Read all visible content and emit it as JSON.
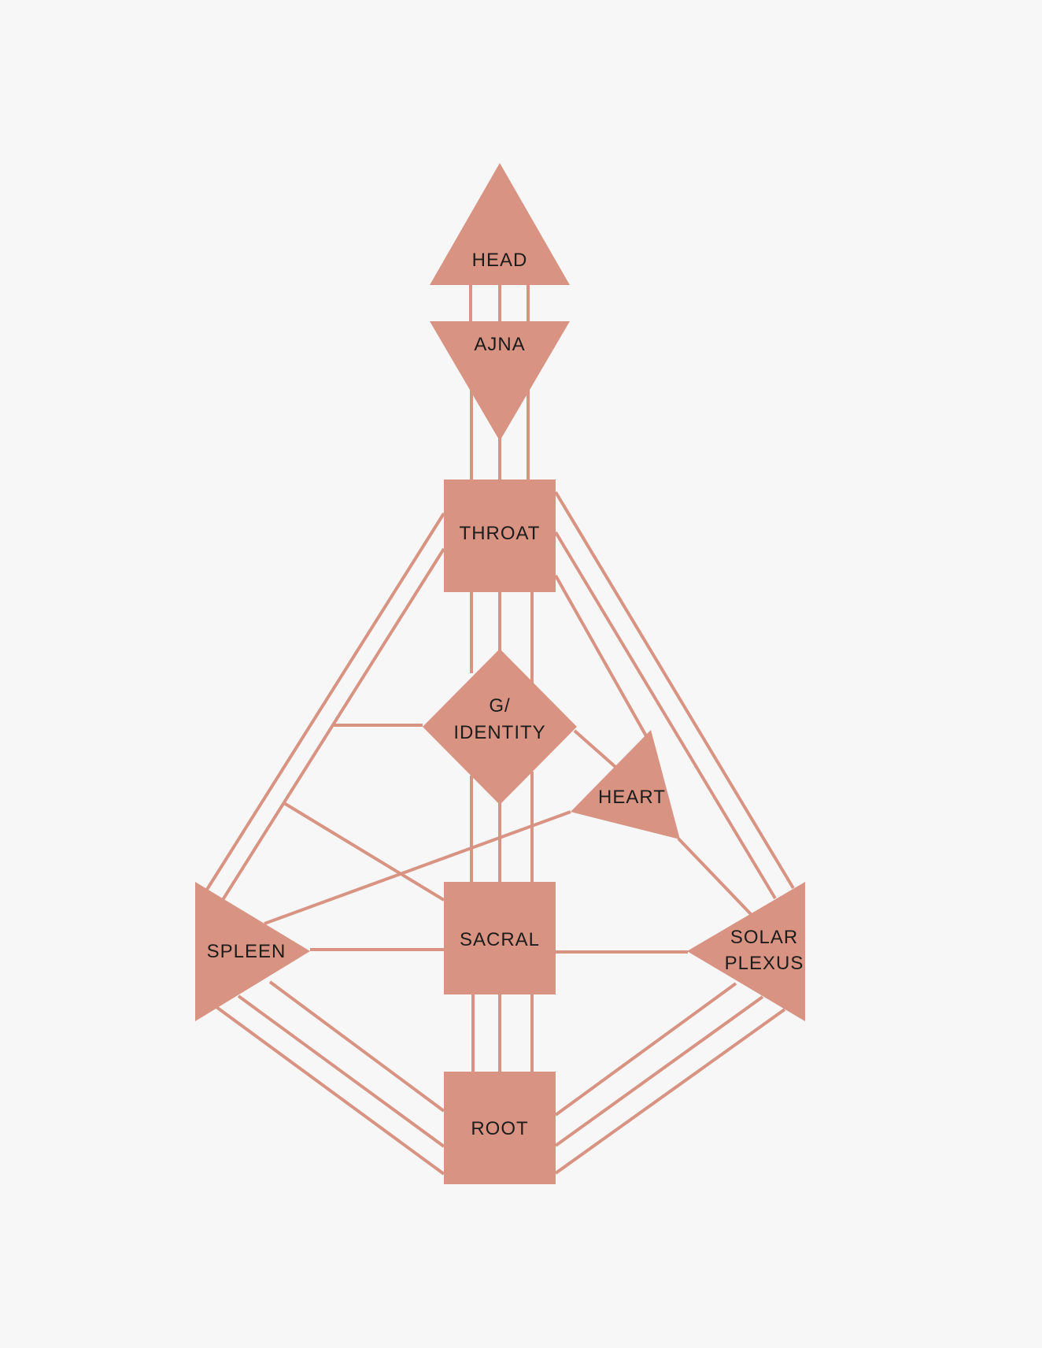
{
  "colors": {
    "background": "#f8f7f7",
    "center_fill": "#d89382",
    "channel_stroke": "#d89382",
    "label_text": "#1c1c1c"
  },
  "centers": {
    "head": "HEAD",
    "ajna": "AJNA",
    "throat": "THROAT",
    "g_identity_line1": "G/",
    "g_identity_line2": "IDENTITY",
    "heart": "HEART",
    "spleen": "SPLEEN",
    "sacral": "SACRAL",
    "solar_plexus_line1": "SOLAR",
    "solar_plexus_line2": "PLEXUS",
    "root": "ROOT"
  }
}
